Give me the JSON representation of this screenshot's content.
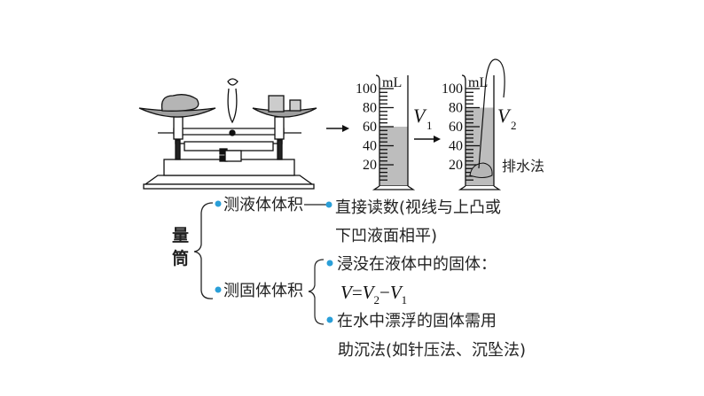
{
  "figure": {
    "cylinder_scale": [
      "100",
      "80",
      "60",
      "40",
      "20"
    ],
    "unit": "mL",
    "v1_symbol": "V",
    "v1_sub": "1",
    "v2_symbol": "V",
    "v2_sub": "2",
    "method_label": "排水法",
    "v1_level_ml": 60,
    "v2_level_ml": 80
  },
  "concept_map": {
    "root": "量筒",
    "branch_liquid": "测液体体积",
    "liquid_line1": "直接读数(视线与上凸或",
    "liquid_line2": "下凹液面相平)",
    "branch_solid": "测固体体积",
    "solid_item1": "浸没在液体中的固体：",
    "formula": {
      "v": "V",
      "eq": "=",
      "v2": "V",
      "s2": "2",
      "minus": "−",
      "v1": "V",
      "s1": "1"
    },
    "solid_item2_line1": "在水中漂浮的固体需用",
    "solid_item2_line2": "助沉法(如针压法、沉坠法)"
  },
  "colors": {
    "bullet": "#2a9fd8",
    "liquid": "#bdbdbd",
    "metal": "#9e9e9e"
  }
}
